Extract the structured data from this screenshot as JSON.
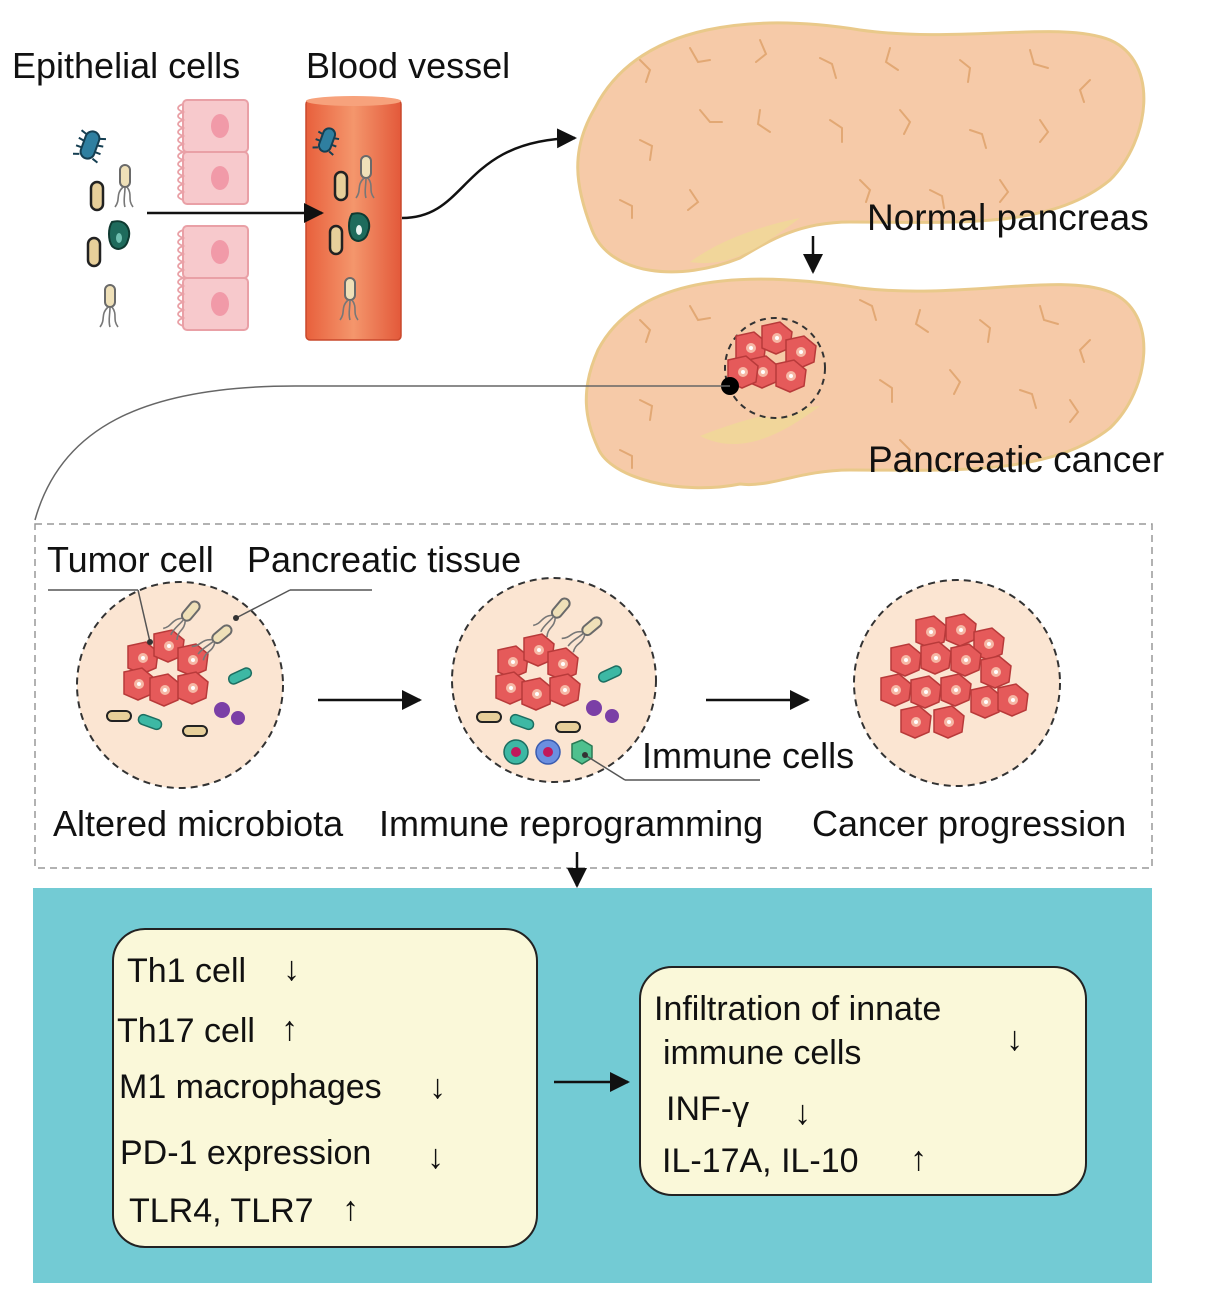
{
  "labels": {
    "epithelial_cells": "Epithelial cells",
    "blood_vessel": "Blood vessel",
    "normal_pancreas": "Normal pancreas",
    "pancreatic_cancer": "Pancreatic cancer",
    "tumor_cell": "Tumor cell",
    "pancreatic_tissue": "Pancreatic tissue",
    "immune_cells": "Immune cells",
    "altered_microbiota": "Altered microbiota",
    "immune_reprogramming": "Immune reprogramming",
    "cancer_progression": "Cancer progression"
  },
  "left_box": {
    "items": [
      {
        "text": "Th1 cell",
        "arrow": "↓"
      },
      {
        "text": "Th17 cell",
        "arrow": "↑"
      },
      {
        "text": "M1 macrophages",
        "arrow": "↓"
      },
      {
        "text": "PD-1 expression",
        "arrow": "↓"
      },
      {
        "text": "TLR4, TLR7",
        "arrow": "↑"
      }
    ]
  },
  "right_box": {
    "line1": "Infiltration of innate",
    "line2": "immune cells",
    "line2_arrow": "↓",
    "inf_label": "INF-γ",
    "inf_arrow": "↓",
    "il_label": "IL-17A, IL-10",
    "il_arrow": "↑"
  },
  "colors": {
    "teal_panel": "#73cbd4",
    "box_fill": "#faf8d9",
    "pancreas": "#f6caa8",
    "pancreas_edge": "#e9c98a",
    "vessel": "#ef7a52",
    "tumor": "#e55a5a",
    "epithelial": "#f7c9cc"
  }
}
